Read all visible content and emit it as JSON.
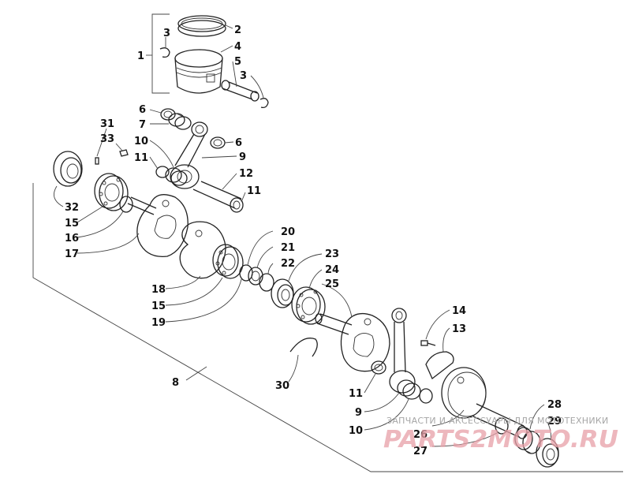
{
  "callouts": {
    "c1": "1",
    "c2": "2",
    "c3a": "3",
    "c3b": "3",
    "c4": "4",
    "c5": "5",
    "c6a": "6",
    "c6b": "6",
    "c7": "7",
    "c8": "8",
    "c9a": "9",
    "c9b": "9",
    "c10a": "10",
    "c10b": "10",
    "c11a": "11",
    "c11b": "11",
    "c11c": "11",
    "c12": "12",
    "c13": "13",
    "c14": "14",
    "c15a": "15",
    "c15b": "15",
    "c16": "16",
    "c17": "17",
    "c18": "18",
    "c19": "19",
    "c20": "20",
    "c21": "21",
    "c22": "22",
    "c23": "23",
    "c24": "24",
    "c25": "25",
    "c26": "26",
    "c27": "27",
    "c28": "28",
    "c29": "29",
    "c30": "30",
    "c31": "31",
    "c32": "32",
    "c33": "33"
  },
  "watermark": {
    "caption": "ЗАПЧАСТИ И АКСЕССУАРЫ ДЛЯ МОТОТЕХНИКИ",
    "brand": "PARTS2MOTO.RU"
  }
}
